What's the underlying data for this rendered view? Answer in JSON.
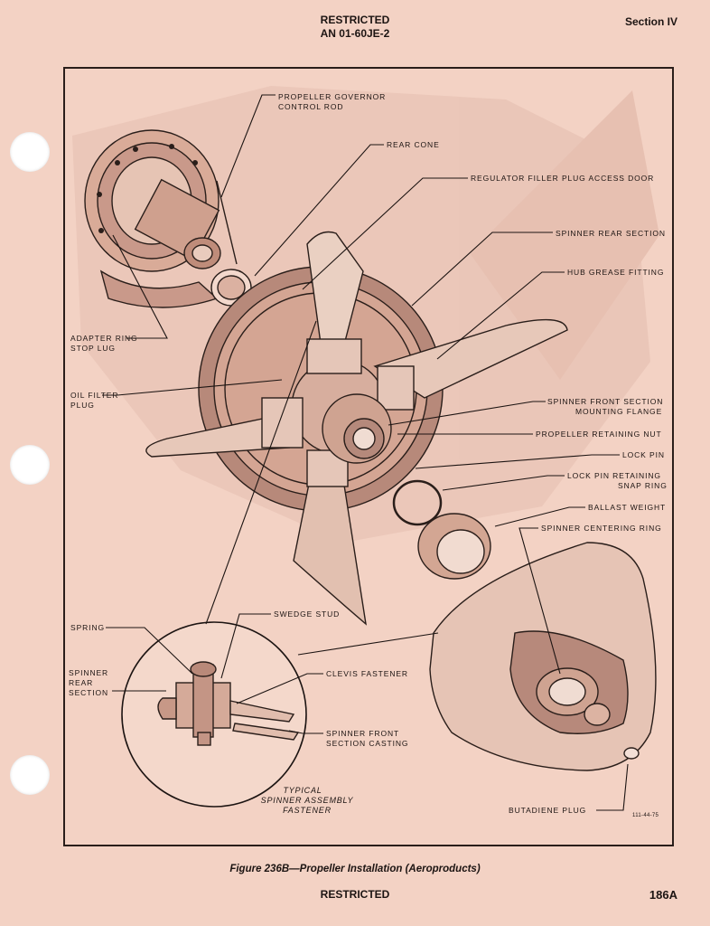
{
  "header": {
    "classification": "RESTRICTED",
    "doc_number": "AN 01-60JE-2",
    "section": "Section IV"
  },
  "figure": {
    "labels": {
      "governor_rod_1": "PROPELLER GOVERNOR",
      "governor_rod_2": "CONTROL ROD",
      "rear_cone": "REAR CONE",
      "filler_door": "REGULATOR FILLER PLUG ACCESS DOOR",
      "spinner_rear": "SPINNER REAR SECTION",
      "hub_grease": "HUB GREASE FITTING",
      "adapter_1": "ADAPTER RING",
      "adapter_2": "STOP LUG",
      "oil_filter_1": "OIL FILTER",
      "oil_filter_2": "PLUG",
      "front_flange_1": "SPINNER FRONT SECTION",
      "front_flange_2": "MOUNTING FLANGE",
      "retaining_nut": "PROPELLER RETAINING NUT",
      "lock_pin": "LOCK PIN",
      "snap_ring_1": "LOCK PIN RETAINING",
      "snap_ring_2": "SNAP RING",
      "ballast": "BALLAST WEIGHT",
      "centering_ring": "SPINNER CENTERING RING",
      "swedge_stud": "SWEDGE STUD",
      "spring": "SPRING",
      "spinner_rear_detail_1": "SPINNER",
      "spinner_rear_detail_2": "REAR",
      "spinner_rear_detail_3": "SECTION",
      "clevis": "CLEVIS FASTENER",
      "front_casting_1": "SPINNER FRONT",
      "front_casting_2": "SECTION CASTING",
      "typical_1": "TYPICAL",
      "typical_2": "SPINNER ASSEMBLY",
      "typical_3": "FASTENER",
      "butadiene": "BUTADIENE PLUG",
      "art_number": "111-44-75"
    },
    "caption": "Figure 236B—Propeller Installation (Aeroproducts)"
  },
  "footer": {
    "classification": "RESTRICTED",
    "page": "186A"
  }
}
